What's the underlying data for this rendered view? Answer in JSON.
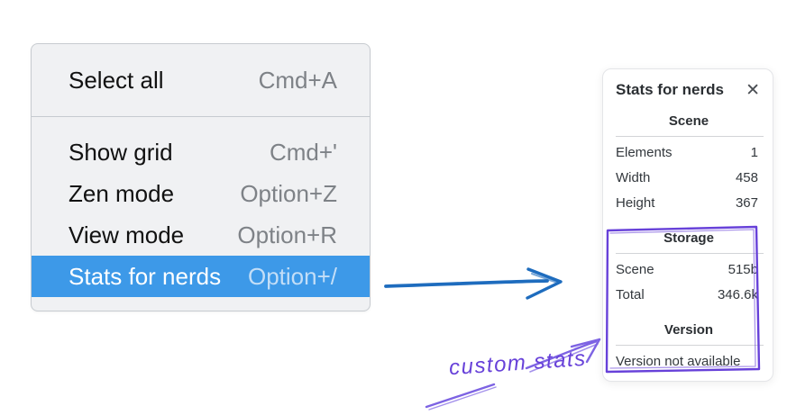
{
  "colors": {
    "accent": "#3d99e8",
    "arrow-blue": "#1e6cbe",
    "purple": "#6741d9",
    "purple-light": "#7d63e3"
  },
  "menu": {
    "items": [
      {
        "label": "Select all",
        "shortcut": "Cmd+A",
        "selected": false
      },
      {
        "label": "Show grid",
        "shortcut": "Cmd+'",
        "selected": false
      },
      {
        "label": "Zen mode",
        "shortcut": "Option+Z",
        "selected": false
      },
      {
        "label": "View mode",
        "shortcut": "Option+R",
        "selected": false
      },
      {
        "label": "Stats for nerds",
        "shortcut": "Option+/",
        "selected": true
      }
    ]
  },
  "panel": {
    "title": "Stats for nerds",
    "close_glyph": "✕",
    "sections": [
      {
        "heading": "Scene",
        "rows": [
          {
            "label": "Elements",
            "value": "1"
          },
          {
            "label": "Width",
            "value": "458"
          },
          {
            "label": "Height",
            "value": "367"
          }
        ]
      },
      {
        "heading": "Storage",
        "rows": [
          {
            "label": "Scene",
            "value": "515b"
          },
          {
            "label": "Total",
            "value": "346.6k"
          }
        ]
      },
      {
        "heading": "Version",
        "note": "Version not available"
      }
    ]
  },
  "annotation": {
    "label": "custom stats"
  }
}
